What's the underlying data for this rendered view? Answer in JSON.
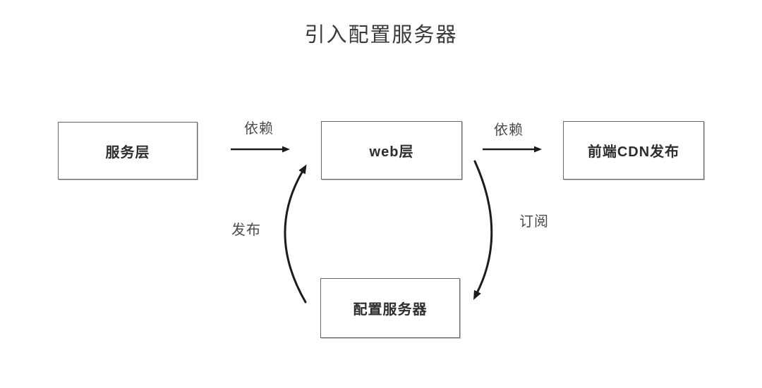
{
  "title": "引入配置服务器",
  "nodes": {
    "service": {
      "label": "服务层"
    },
    "web": {
      "label": "web层"
    },
    "cdn": {
      "label": "前端CDN发布"
    },
    "config": {
      "label": "配置服务器"
    }
  },
  "edges": {
    "depend1": {
      "label": "依赖",
      "from": "服务层",
      "to": "web层"
    },
    "depend2": {
      "label": "依赖",
      "from": "web层",
      "to": "前端CDN发布"
    },
    "publish": {
      "label": "发布",
      "from": "配置服务器",
      "to": "web层"
    },
    "subscribe": {
      "label": "订阅",
      "from": "web层",
      "to": "配置服务器"
    }
  },
  "colors": {
    "background": "#ffffff",
    "box_border": "#686868",
    "node_text": "#2d2d2d",
    "title_text": "#3a3a3a",
    "edge_text": "#4a4a4a",
    "arrow": "#1c1c1c"
  }
}
